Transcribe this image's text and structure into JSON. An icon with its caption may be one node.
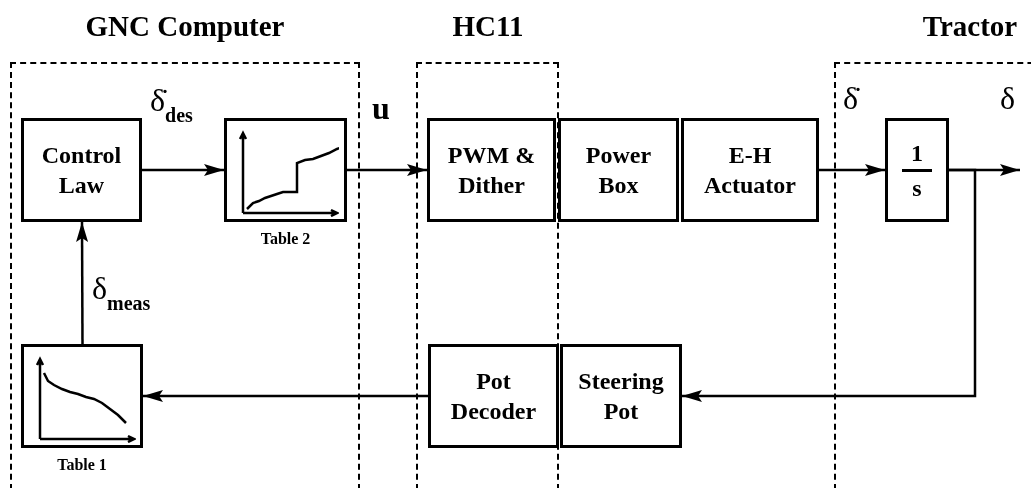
{
  "diagram": {
    "nodes": [
      {
        "text": [
          "GNC Computer"
        ]
      },
      {
        "text": [
          "Control Law"
        ],
        "in": 0
      },
      {
        "text": [],
        "shape": "picture",
        "in": 0,
        "beside": [
          "Table 2"
        ]
      },
      {
        "text": [],
        "shape": "picture",
        "in": 0,
        "beside": [
          "Table 1"
        ]
      },
      {
        "text": [
          "HC11"
        ]
      },
      {
        "text": [
          "Tractor"
        ]
      },
      {
        "text": [
          "PWM & Dither"
        ],
        "in": 4
      },
      {
        "text": [
          "Power Box"
        ]
      },
      {
        "text": [
          "E-H Actuator"
        ]
      },
      {
        "text": [
          "1",
          "s"
        ],
        "in": 5
      },
      {
        "text": [
          "Pot Decoder"
        ],
        "in": 4
      },
      {
        "text": [
          "Steering Pot"
        ]
      }
    ],
    "edges": [
      {
        "from": 1,
        "to": 2,
        "arrow": "to",
        "label": "δ̇$_{des}$"
      },
      {
        "from": 2,
        "to": 6,
        "arrow": "to",
        "label": "u"
      },
      {
        "from": 8,
        "to": 9,
        "arrow": "to",
        "label": "δ̇"
      },
      {
        "from": 9,
        "to": null,
        "arrow": "to",
        "label": "δ"
      },
      {
        "from": 9,
        "to": 11,
        "arrow": "to"
      },
      {
        "from": 10,
        "to": 3,
        "arrow": "to"
      },
      {
        "from": 3,
        "to": 1,
        "arrow": "to",
        "label": "δ$_{meas}$"
      }
    ]
  }
}
